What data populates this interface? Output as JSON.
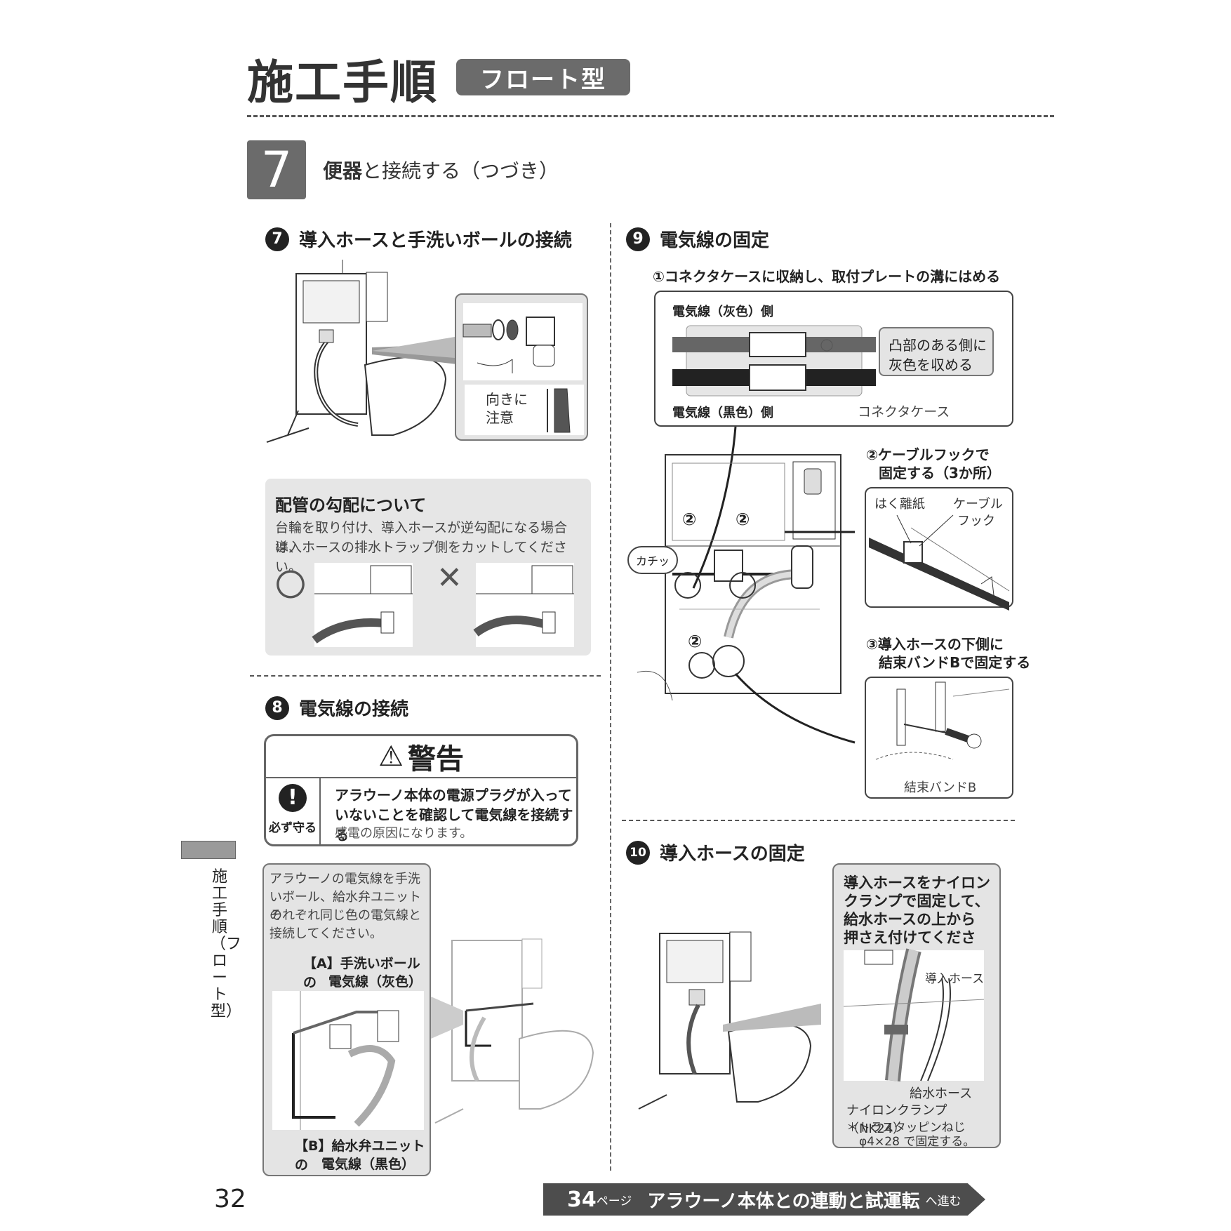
{
  "header": {
    "title": "施工手順",
    "type_badge": "フロート型"
  },
  "step": {
    "number": "7",
    "title_bold": "便器",
    "title_rest": "と接続する（つづき）"
  },
  "section7": {
    "num": "7",
    "title": "導入ホースと手洗いボールの接続",
    "inset_label": "向きに\n注意",
    "note": {
      "title": "配管の勾配について",
      "line1": "台輪を取り付け、導入ホースが逆勾配になる場合は、",
      "line2": "導入ホースの排水トラップ側をカットしてください。",
      "ok_mark": "〇",
      "ng_mark": "✕"
    }
  },
  "section8": {
    "num": "8",
    "title": "電気線の接続",
    "warning": {
      "header": "警告",
      "must_label": "必ず守る",
      "line1": "アラウーノ本体の電源プラグが入って",
      "line2": "いないことを確認して電気線を接続する",
      "line3": "感電の原因になります。"
    },
    "instruction": {
      "line1": "アラウーノの電気線を手洗",
      "line2": "いボール、給水弁ユニットの",
      "line3": "それぞれ同じ色の電気線と",
      "line4": "接続してください。",
      "label_a1": "【A】手洗いボールの",
      "label_a2": "電気線（灰色）",
      "label_b1": "【B】給水弁ユニットの",
      "label_b2": "電気線（黒色）"
    }
  },
  "section9": {
    "num": "9",
    "title": "電気線の固定",
    "step1": "①コネクタケースに収納し、取付プレートの溝にはめる",
    "gray_side": "電気線（灰色）側",
    "black_side": "電気線（黒色）側",
    "callout1": "凸部のある側に",
    "callout2": "灰色を収める",
    "connector_case": "コネクタケース",
    "step2_line1": "②ケーブルフックで",
    "step2_line2": "固定する（3か所）",
    "release_paper": "はく離紙",
    "cable_hook1": "ケーブル",
    "cable_hook2": "フック",
    "step3_line1": "③導入ホースの下側に",
    "step3_line2": "結束バンドBで固定する",
    "band_b": "結束バンドB",
    "katchi": "カチッ",
    "circle_2": "②"
  },
  "section10": {
    "num": "10",
    "title": "導入ホースの固定",
    "line1": "導入ホースをナイロン",
    "line2": "クランプで固定して、",
    "line3": "給水ホースの上から",
    "line4": "押さえ付けてください。",
    "intake_hose": "導入ホース",
    "supply_hose": "給水ホース",
    "nylon_clamp": "ナイロンクランプ（NK24）",
    "screw1": "＊トラスタッピンねじ",
    "screw2": "φ4×28 で固定する。"
  },
  "side": {
    "tab_text": "施工手順（フロート型）"
  },
  "footer": {
    "page_number": "32",
    "next_page": "34",
    "page_suffix": "ページ",
    "next_title": "アラウーノ本体との連動と試運転",
    "next_suffix": "へ進む"
  }
}
